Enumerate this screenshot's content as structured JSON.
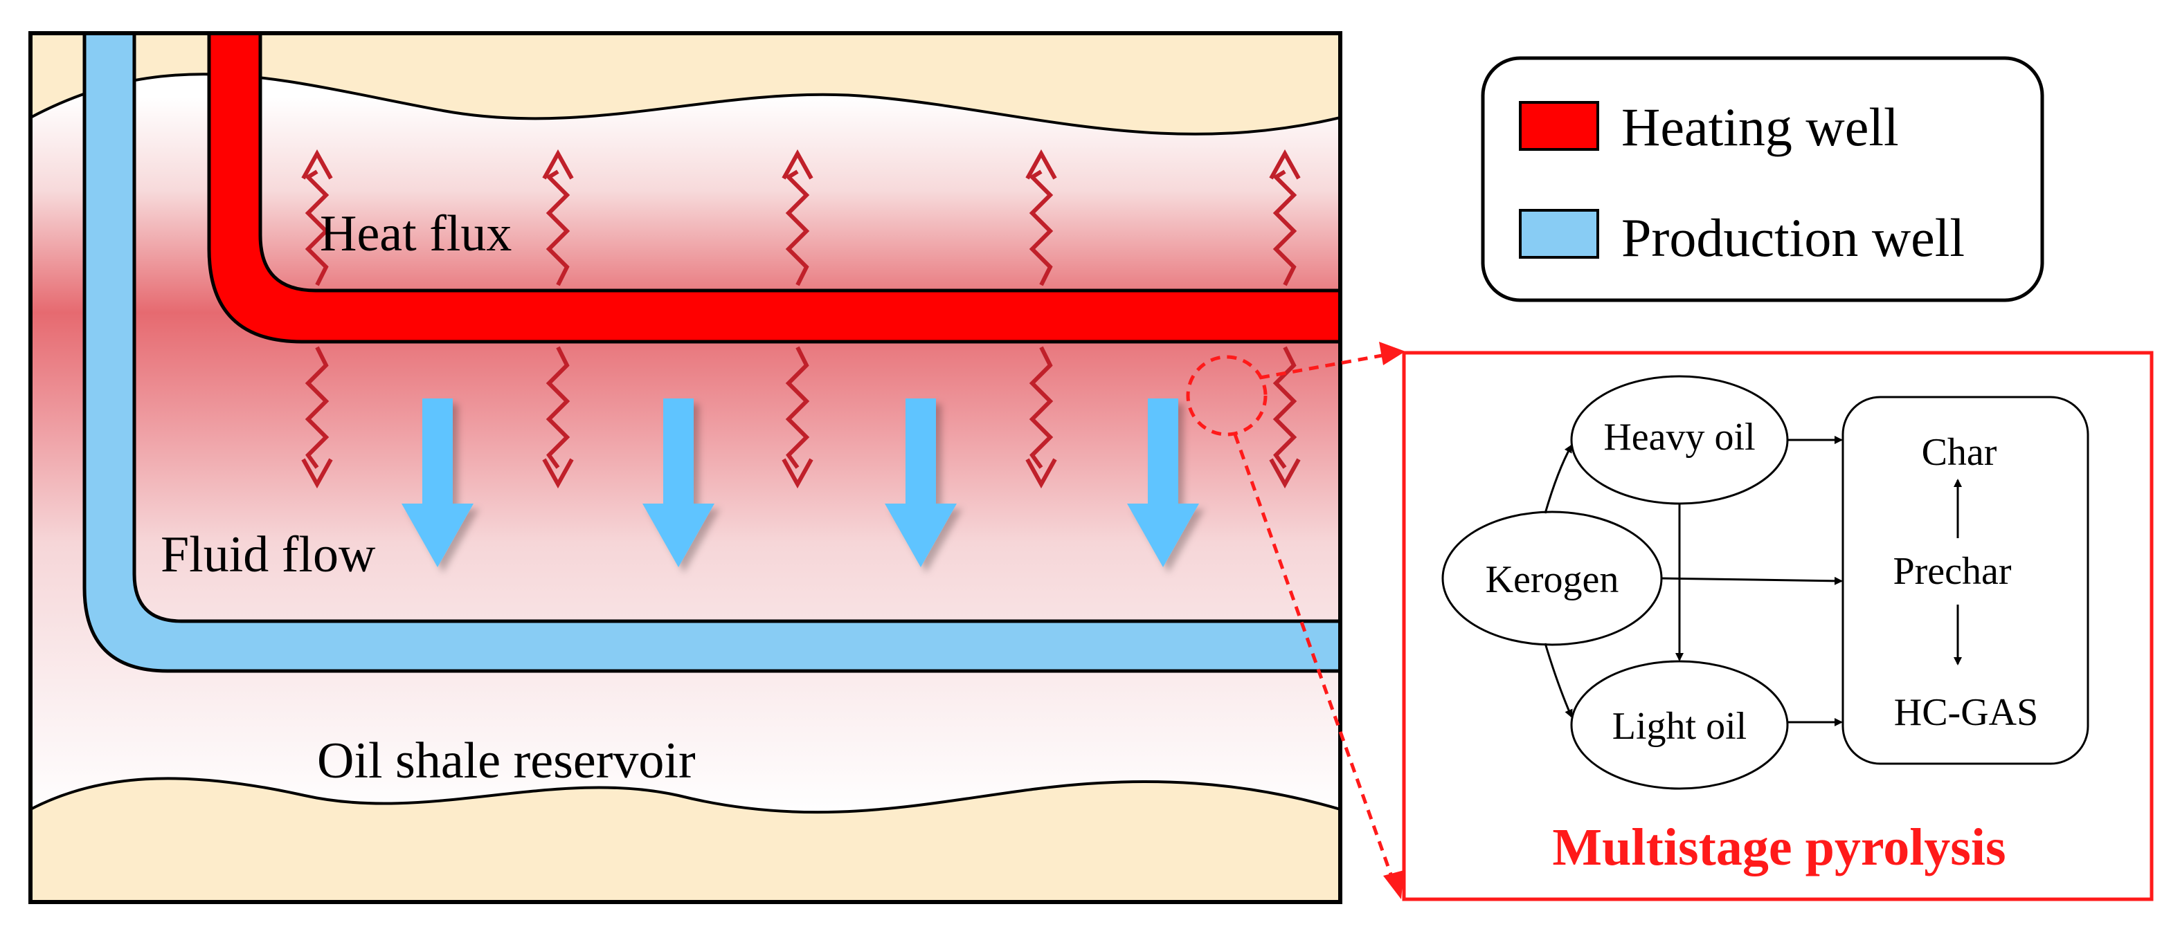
{
  "colors": {
    "heating_well": "#ff0000",
    "production_well": "#88ccf4",
    "fluid_arrow": "#5ec4ff",
    "heat_arrow": "#c0202a",
    "rock": "#fdeccb",
    "reservoir_core": "#e66a70",
    "callout": "#ff1a1a"
  },
  "legend": {
    "heating_well": "Heating well",
    "production_well": "Production well"
  },
  "labels": {
    "heat_flux": "Heat flux",
    "fluid_flow": "Fluid flow",
    "reservoir": "Oil shale reservoir"
  },
  "pyrolysis": {
    "title": "Multistage pyrolysis",
    "kerogen": "Kerogen",
    "heavy_oil": "Heavy oil",
    "light_oil": "Light oil",
    "char": "Char",
    "prechar": "Prechar",
    "hc_gas": "HC-GAS"
  }
}
